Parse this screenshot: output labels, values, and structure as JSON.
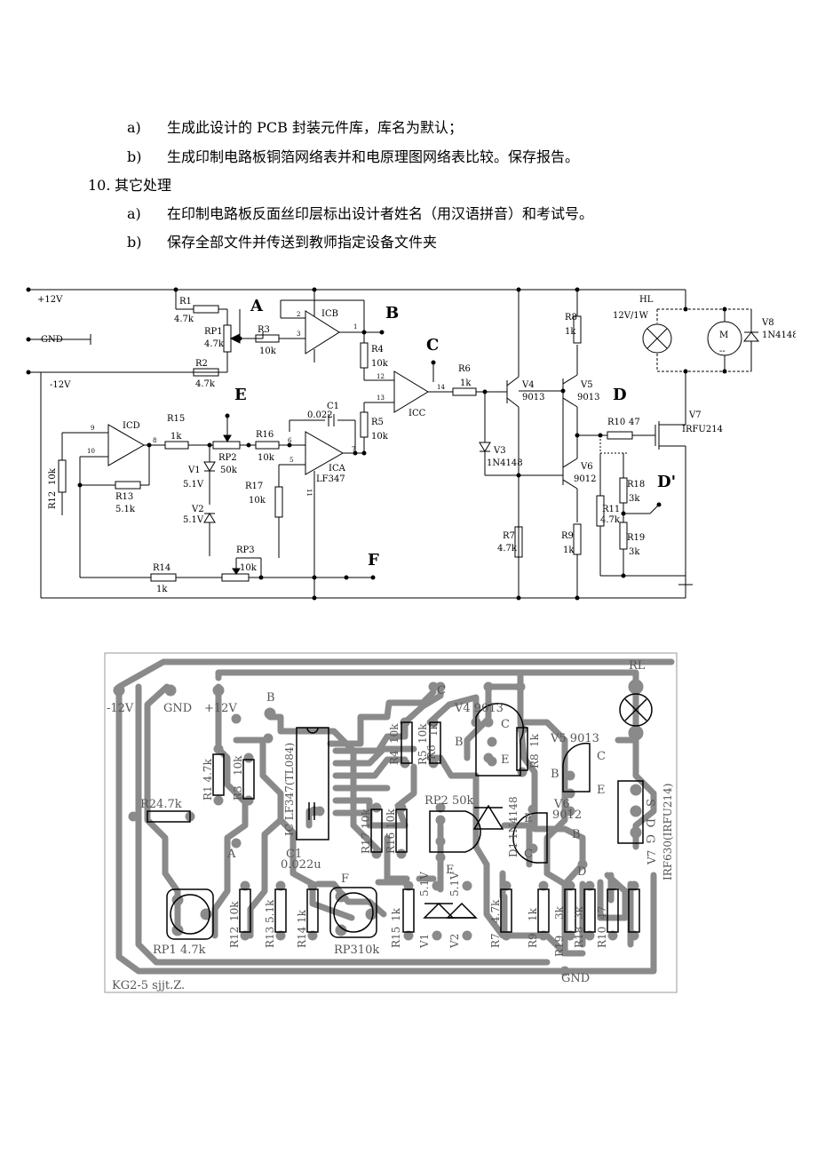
{
  "instructions": {
    "item_a": {
      "marker": "a)",
      "text": "生成此设计的 PCB 封装元件库，库名为默认；"
    },
    "item_b": {
      "marker": "b)",
      "text": "生成印制电路板铜箔网络表并和电原理图网络表比较。保存报告。"
    },
    "section10": {
      "marker": "10.",
      "text": "其它处理"
    },
    "item10_a": {
      "marker": "a)",
      "text": "在印制电路板反面丝印层标出设计者姓名（用汉语拼音）和考试号。"
    },
    "item10_b": {
      "marker": "b)",
      "text": "保存全部文件并传送到教师指定设备文件夹"
    }
  },
  "schematic": {
    "rails": {
      "pos": "+12V",
      "gnd": "GND",
      "neg": "-12V"
    },
    "nodes": {
      "A": "A",
      "B": "B",
      "C": "C",
      "D": "D",
      "Dp": "D'",
      "E": "E",
      "F": "F"
    },
    "components": {
      "R1": {
        "ref": "R1",
        "val": "4.7k"
      },
      "RP1": {
        "ref": "RP1",
        "val": "4.7k"
      },
      "R2": {
        "ref": "R2",
        "val": "4.7k"
      },
      "R3": {
        "ref": "R3",
        "val": "10k"
      },
      "R4": {
        "ref": "R4",
        "val": "10k"
      },
      "R5": {
        "ref": "R5",
        "val": "10k"
      },
      "R6": {
        "ref": "R6",
        "val": "1k"
      },
      "R7": {
        "ref": "R7",
        "val": "4.7k"
      },
      "R8": {
        "ref": "R8",
        "val": "1k"
      },
      "R9": {
        "ref": "R9",
        "val": "1k"
      },
      "R10": {
        "ref": "R10",
        "val": "47"
      },
      "R11": {
        "ref": "R11",
        "val": "4.7k"
      },
      "R12": {
        "ref": "R12",
        "val": "10k"
      },
      "R13": {
        "ref": "R13",
        "val": "5.1k"
      },
      "R14": {
        "ref": "R14",
        "val": "1k"
      },
      "R15": {
        "ref": "R15",
        "val": "1k"
      },
      "R16": {
        "ref": "R16",
        "val": "10k"
      },
      "R17": {
        "ref": "R17",
        "val": "10k"
      },
      "R18": {
        "ref": "R18",
        "val": "3k"
      },
      "R19": {
        "ref": "R19",
        "val": "3k"
      },
      "RP2": {
        "ref": "RP2",
        "val": "50k"
      },
      "RP3": {
        "ref": "RP3",
        "val": "10k"
      },
      "C1": {
        "ref": "C1",
        "val": "0.022"
      },
      "V1": {
        "ref": "V1",
        "val": "5.1V"
      },
      "V2": {
        "ref": "V2",
        "val": "5.1V"
      },
      "V3": {
        "ref": "V3",
        "val": "1N4148"
      },
      "V4": {
        "ref": "V4",
        "val": "9013"
      },
      "V5": {
        "ref": "V5",
        "val": "9013"
      },
      "V6": {
        "ref": "V6",
        "val": "9012"
      },
      "V7": {
        "ref": "V7",
        "val": "IRFU214"
      },
      "V8": {
        "ref": "V8",
        "val": "1N4148"
      },
      "HL": {
        "ref": "HL",
        "val": "12V/1W"
      },
      "M": {
        "ref": "M",
        "val": "--"
      },
      "ICA": {
        "ref": "ICA",
        "val": "LF347"
      },
      "ICB": {
        "ref": "ICB"
      },
      "ICC": {
        "ref": "ICC"
      },
      "ICD": {
        "ref": "ICD"
      }
    },
    "pins": {
      "p1": "1",
      "p2": "2",
      "p3": "3",
      "p4": "11",
      "p5": "5",
      "p6": "6",
      "p7": "7",
      "p8": "8",
      "p9": "9",
      "p10": "10",
      "p12": "12",
      "p13": "13",
      "p14": "14"
    }
  },
  "pcb": {
    "labels": {
      "neg12": "-12V",
      "gnd": "GND",
      "pos12": "+12V",
      "b": "B",
      "c": "C",
      "a": "A",
      "f": "F",
      "e": "E",
      "d": "D",
      "gnd2": "GND",
      "v4": "V4 9013",
      "v5": "V5 9013",
      "v6": "V6",
      "v6val": "9012",
      "rl": "RL",
      "v7": "V7",
      "v7val": "IRF630(IRFU214)",
      "r1": "R1 4.7k",
      "r3": "R3",
      "r3v": "10k",
      "r2": "R24.7k",
      "ic": "IC LF347(TL084)",
      "r4": "R4",
      "r4v": "10k",
      "r5": "R5",
      "r5v": "10k",
      "r6": "R6",
      "r6v": "1k",
      "r8": "R8",
      "r8v": "1k",
      "rp2": "RP2 50k",
      "r17": "R17",
      "r17v": "10k",
      "r16": "R16",
      "r16v": "10k",
      "d1": "D1",
      "d1v": "1N4148",
      "c1": "C1",
      "c1v": "0.022u",
      "r12": "R12",
      "r12v": "10k",
      "r13": "R13",
      "r13v": "5.1k",
      "r14": "R14",
      "r14v": "1k",
      "r15": "R15",
      "r15v": "1k",
      "v1": "V1",
      "v1v": "5.1V",
      "v2": "V2",
      "v2v": "5.1V",
      "r7": "R7",
      "r7v": "4.7k",
      "r9": "R9",
      "r9v": "1k",
      "r19": "R19",
      "r19v": "3k",
      "r18": "R18",
      "r18v": "3k",
      "r10": "R10",
      "r10v": "47",
      "rp1": "RP1 4.7k",
      "rp3": "RP310k",
      "pe": "E",
      "pb": "B",
      "pc": "C",
      "pe2": "E",
      "pb2": "B",
      "pc2": "C",
      "pe3": "E",
      "pb3": "B",
      "pc3": "C",
      "s": "S",
      "dd": "D",
      "g": "G",
      "footer": "KG2-5 sjjt.Z."
    }
  }
}
